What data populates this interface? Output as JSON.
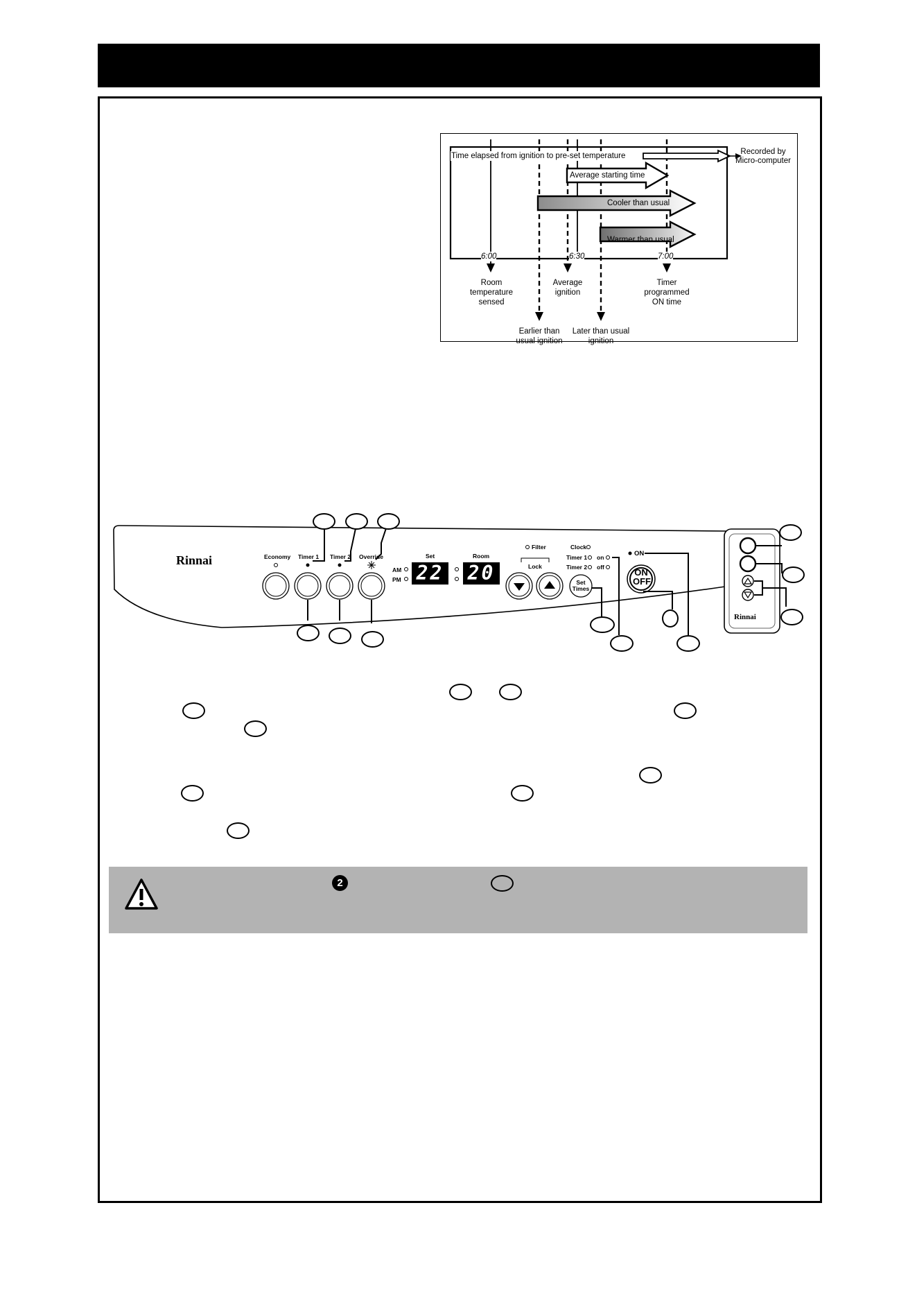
{
  "timing_diagram": {
    "elapsed_label": "Time elapsed from ignition to pre-set temperature",
    "recorded_label": "Recorded by Micro-computer",
    "average_start_label": "Average starting time",
    "cooler_label": "Cooler than usual",
    "warmer_label": "Warmer than usual",
    "times": [
      "6:00",
      "6:30",
      "7:00"
    ],
    "events": [
      "Room temperature sensed",
      "Earlier than usual ignition",
      "Average ignition",
      "Later than usual ignition",
      "Timer programmed ON time"
    ]
  },
  "control_panel": {
    "brand": "Rinnai",
    "remote_brand": "Rinnai",
    "buttons": [
      "Economy",
      "Timer 1",
      "Timer 2",
      "Override"
    ],
    "am_label": "AM",
    "pm_label": "PM",
    "set_label": "Set",
    "room_label": "Room",
    "set_value": "22",
    "room_value": "20",
    "filter_label": "Filter",
    "lock_label": "Lock",
    "clock_label": "Clock",
    "timer1_label": "Timer 1",
    "timer2_label": "Timer 2",
    "on_label": "on",
    "off_label": "off",
    "set_times_label": "Set Times",
    "on_indicator_label": "ON",
    "on_button_top": "ON",
    "on_button_bottom": "OFF"
  },
  "warning": {
    "icon": "warning-triangle-icon",
    "circled_number": "2"
  }
}
